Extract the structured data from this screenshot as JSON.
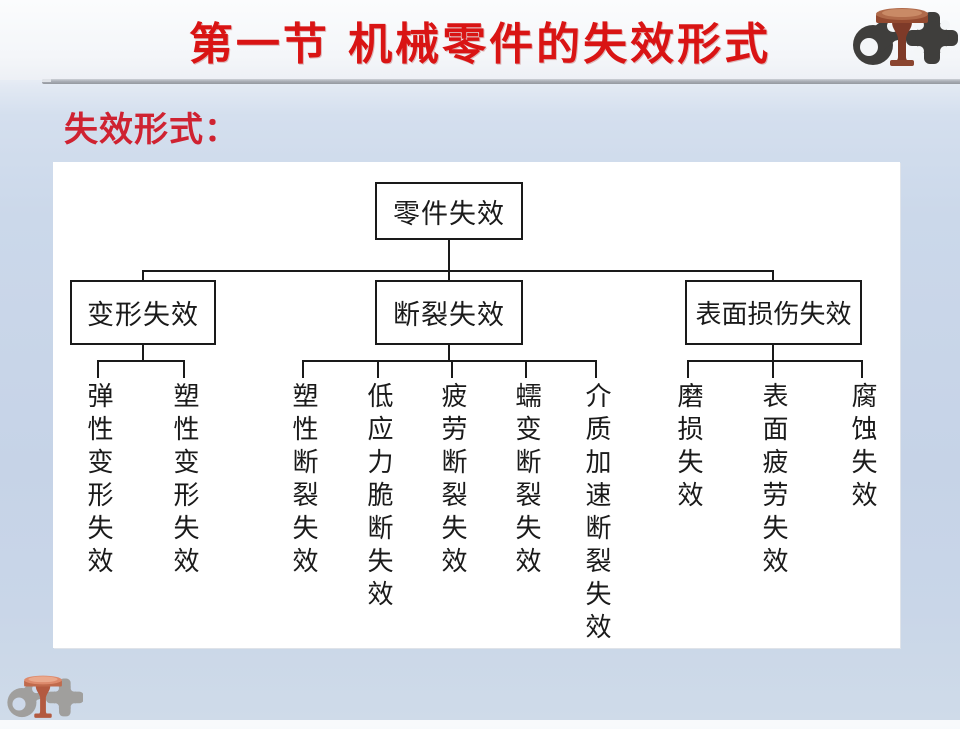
{
  "header": {
    "title": "第一节 机械零件的失效形式"
  },
  "subtitle": "失效形式：",
  "tree": {
    "root": "零件失效",
    "branches": [
      {
        "label": "变形失效",
        "children": [
          "弹性变形失效",
          "塑性变形失效"
        ]
      },
      {
        "label": "断裂失效",
        "children": [
          "塑性断裂失效",
          "低应力脆断失效",
          "疲劳断裂失效",
          "蠕变断裂失效",
          "介质加速断裂失效"
        ]
      },
      {
        "label": "表面损伤失效",
        "children": [
          "磨损失效",
          "表面疲劳失效",
          "腐蚀失效"
        ]
      }
    ]
  },
  "icons": {
    "top_right": "gear-tool-logo",
    "bottom_left": "gear-tool-logo"
  },
  "colors": {
    "title_red": "#d91414",
    "subtitle_red": "#cf2231",
    "diagram_ink": "#1a1a1a",
    "slide_blue": "#c9d6e8"
  }
}
